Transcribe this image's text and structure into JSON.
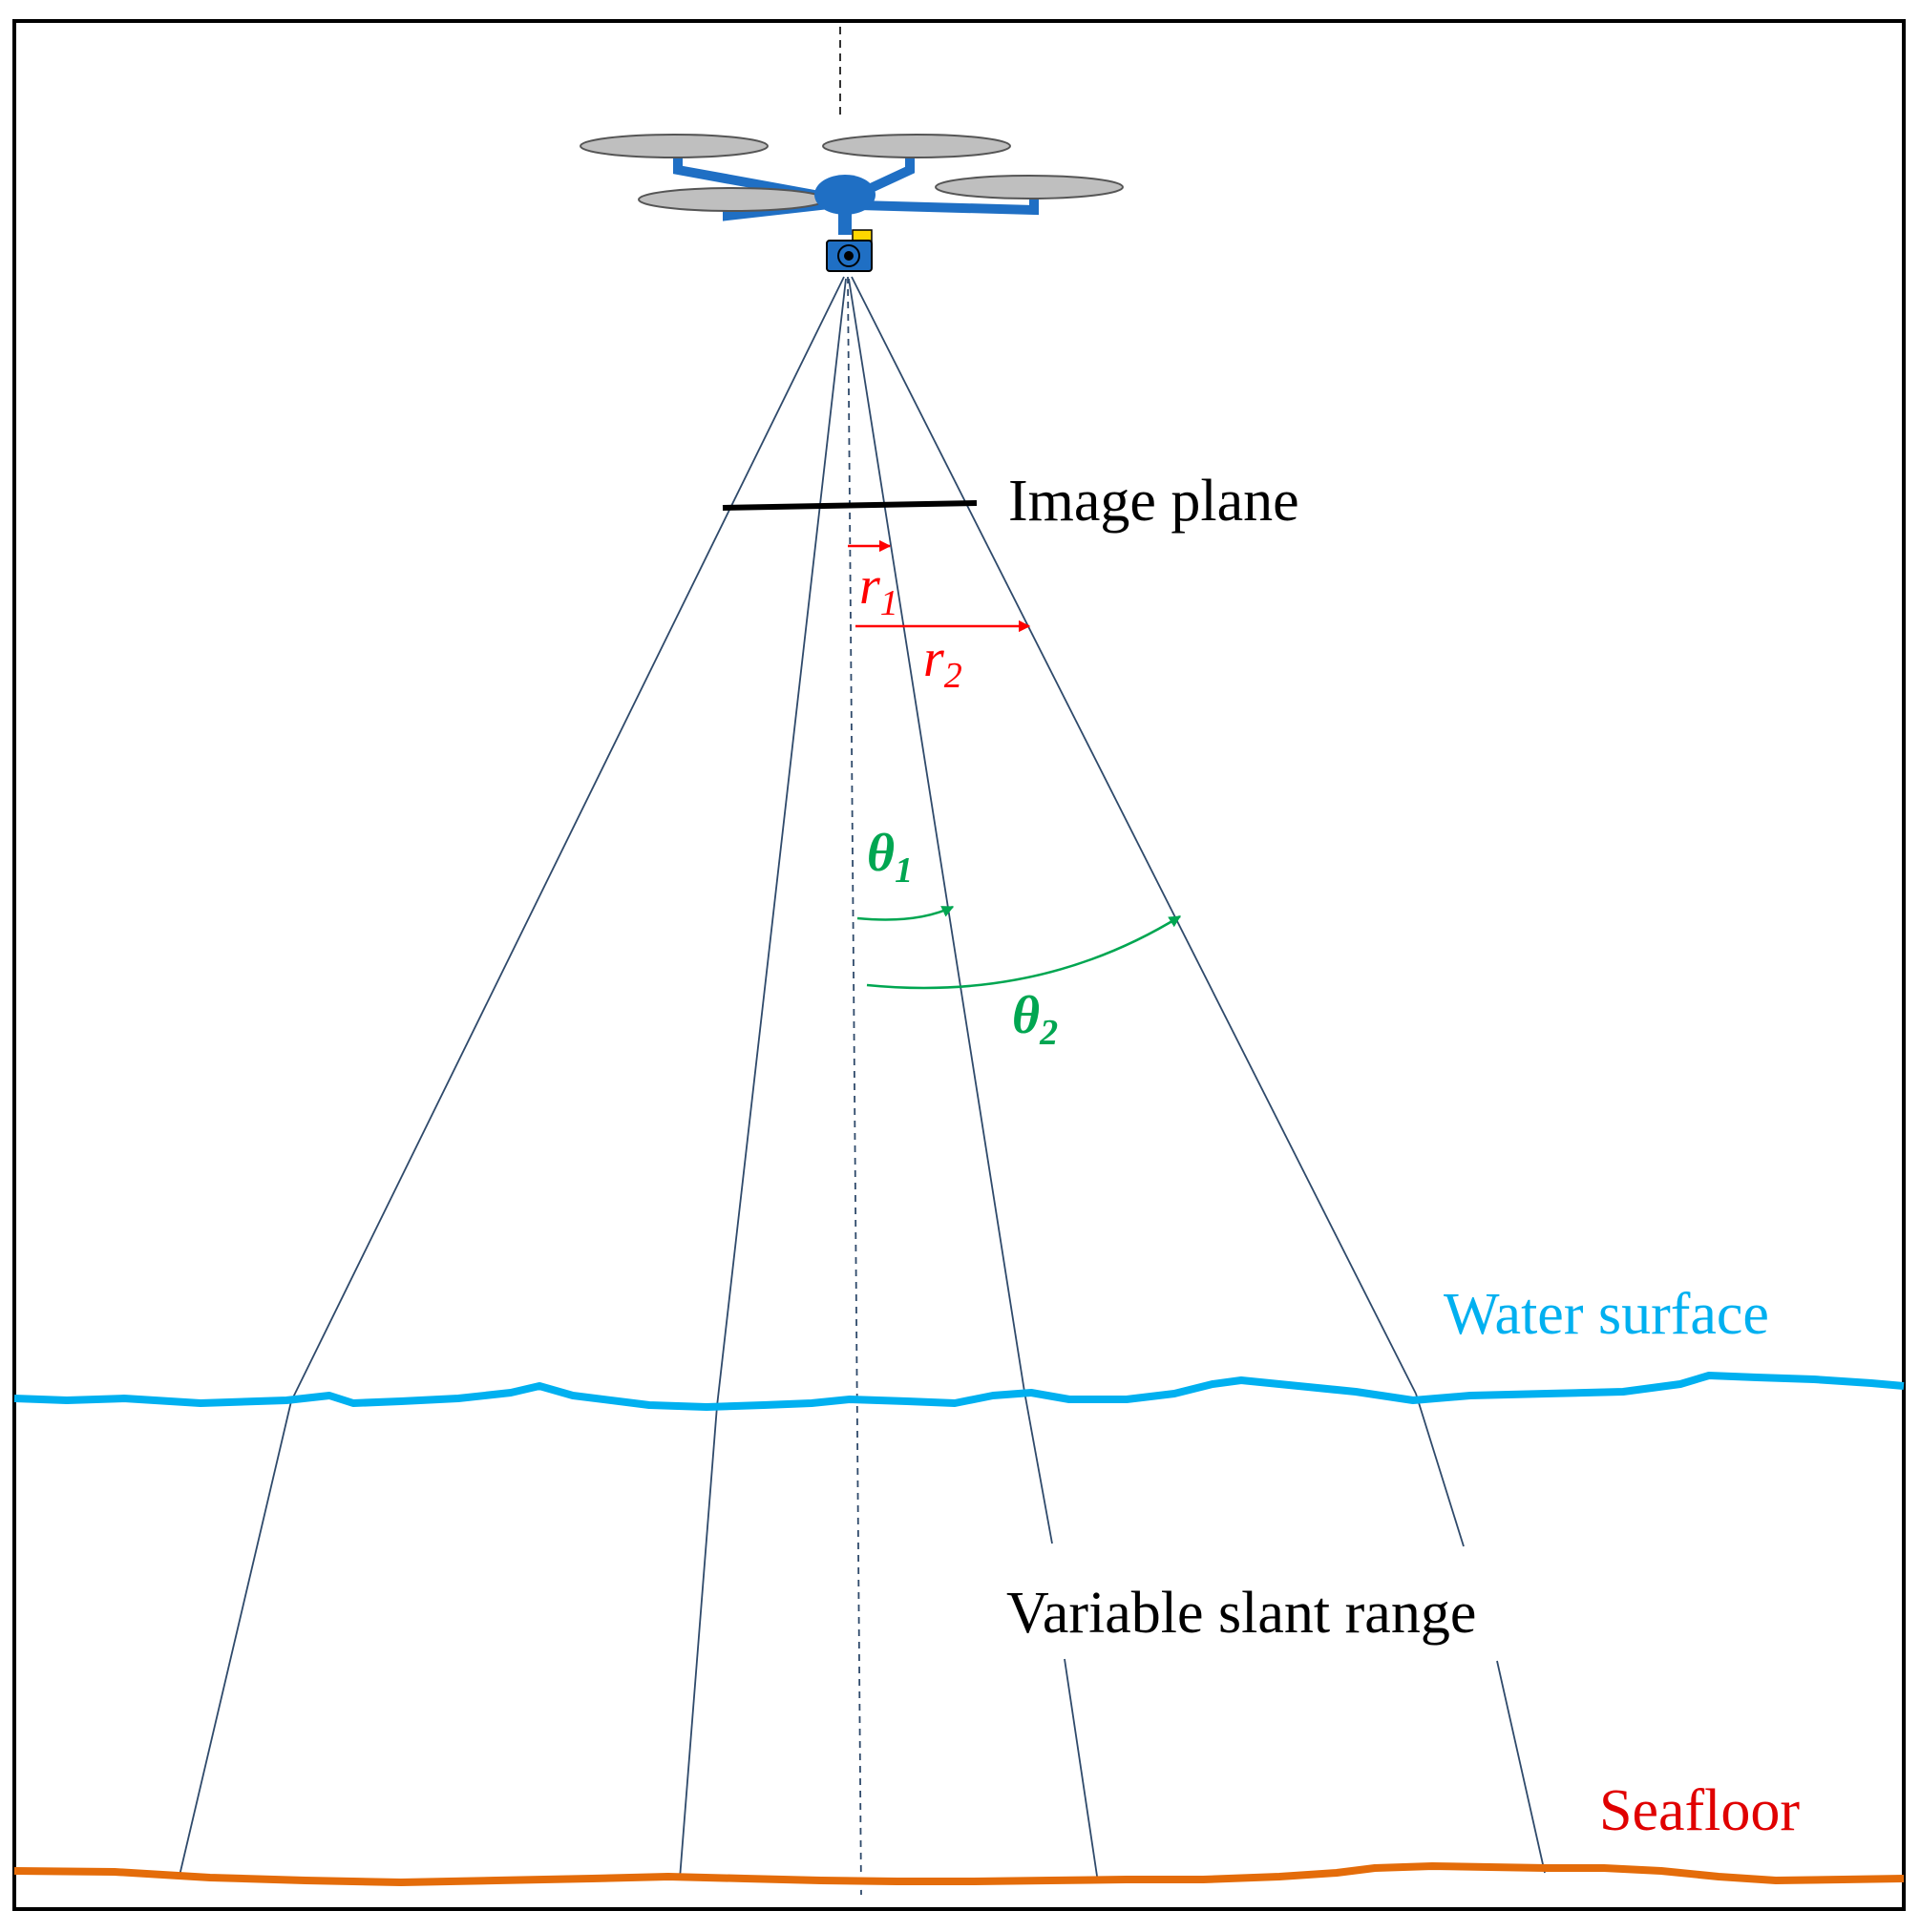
{
  "labels": {
    "image_plane": "Image plane",
    "r1_base": "r",
    "r1_sub": "1",
    "r2_base": "r",
    "r2_sub": "2",
    "theta1_base": "θ",
    "theta1_sub": "1",
    "theta2_base": "θ",
    "theta2_sub": "2",
    "water_surface": "Water surface",
    "variable_slant_range": "Variable slant range",
    "seafloor": "Seafloor"
  },
  "colors": {
    "border": "#000000",
    "rays": "#2f4a6b",
    "image_plane": "#000000",
    "radius_arrows": "#ff0000",
    "angle_arrows": "#00a651",
    "water_surface": "#00b0f0",
    "seafloor": "#e46c0a",
    "drone_body": "#1f6fc4",
    "propeller": "#bfbfbf"
  },
  "icons": {
    "drone": "quadcopter-drone-icon",
    "camera": "camera-icon"
  }
}
